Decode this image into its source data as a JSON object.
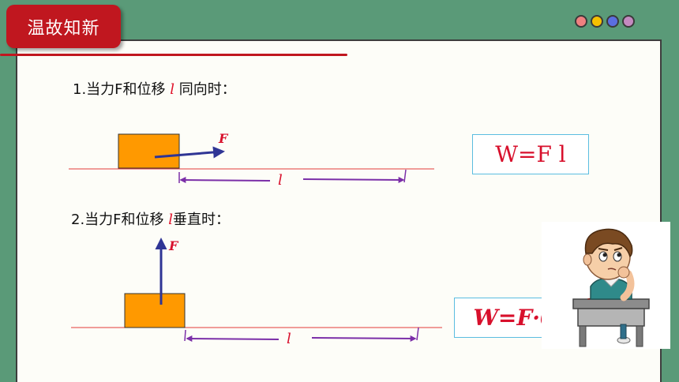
{
  "header": {
    "title": "温故知新",
    "dot_colors": [
      "#f08080",
      "#f5c000",
      "#5b6ee0",
      "#c48ac0"
    ]
  },
  "case1": {
    "prefix": "1.当力F和位移 ",
    "symbol": "l",
    "suffix": " 同向时：",
    "force_label": "F",
    "disp_label": "l",
    "formula": "W=F l"
  },
  "case2": {
    "prefix": "2.当力F和位移 ",
    "symbol": "l",
    "suffix": "垂直时：",
    "force_label": "F",
    "disp_label": "l",
    "formula": "W=F·0"
  },
  "colors": {
    "accent_red": "#c0171f",
    "block": "#ff9900",
    "arrow": "#2f3595",
    "measure": "#7b2fa8",
    "ground": "#e43a3a"
  }
}
